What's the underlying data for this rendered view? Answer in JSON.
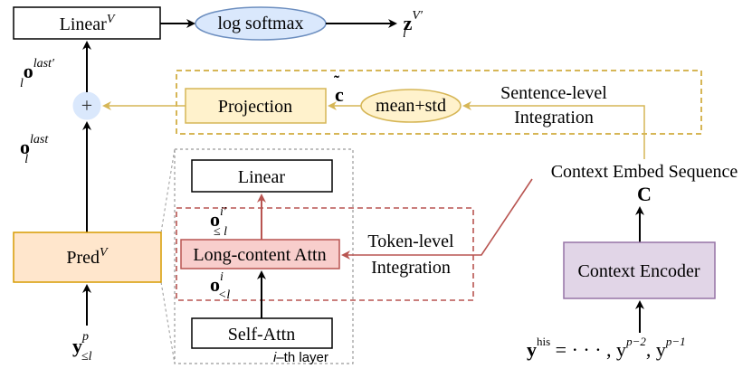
{
  "boxes": {
    "linear_v": {
      "text": "Linear",
      "sup": "V"
    },
    "log_softmax": {
      "text": "log softmax"
    },
    "output": {
      "text": "z",
      "sub": "l",
      "sup": "V′"
    },
    "projection": {
      "text": "Projection"
    },
    "mean_std": {
      "text": "mean+std"
    },
    "pred_v": {
      "text": "Pred",
      "sup": "V"
    },
    "linear": {
      "text": "Linear"
    },
    "long_attn": {
      "text": "Long-content Attn"
    },
    "self_attn": {
      "text": "Self-Attn"
    },
    "context_encoder": {
      "text": "Context Encoder"
    }
  },
  "labels": {
    "o_last_prime": {
      "main": "o",
      "sub": "l",
      "sup": "last′"
    },
    "o_last": {
      "main": "o",
      "sub": "l",
      "sup": "last"
    },
    "c_tilde": "c",
    "sentence_level_1": "Sentence-level",
    "sentence_level_2": "Integration",
    "context_embed_seq": "Context Embed Sequence",
    "c_bold": "C",
    "o_le_l_prime": {
      "main": "o",
      "sub": "≤ l",
      "sup": "i′"
    },
    "o_lt_l": {
      "main": "o",
      "sub": "<l",
      "sup": "i"
    },
    "token_level_1": "Token-level",
    "token_level_2": "Integration",
    "layer_label": {
      "italic": "i",
      "rest": "–th layer"
    },
    "input_y": {
      "main": "y",
      "sub": "≤l",
      "sup": "p"
    },
    "y_his": {
      "main": "y",
      "sup": "his",
      "rest": " = · · · , y",
      "sup2": "p−2",
      "mid": ", y",
      "sup3": "p−1"
    },
    "plus": "+"
  },
  "colors": {
    "yellow_fill": "#fff2cc",
    "yellow_stroke": "#d6b656",
    "red_fill": "#f8cecc",
    "red_stroke": "#b85450",
    "blue_fill": "#dae8fc",
    "blue_stroke": "#6c8ebf",
    "purple_fill": "#e1d5e7",
    "purple_stroke": "#9673a6",
    "orange_fill": "#ffe6cc",
    "orange_stroke": "#d79b00"
  }
}
